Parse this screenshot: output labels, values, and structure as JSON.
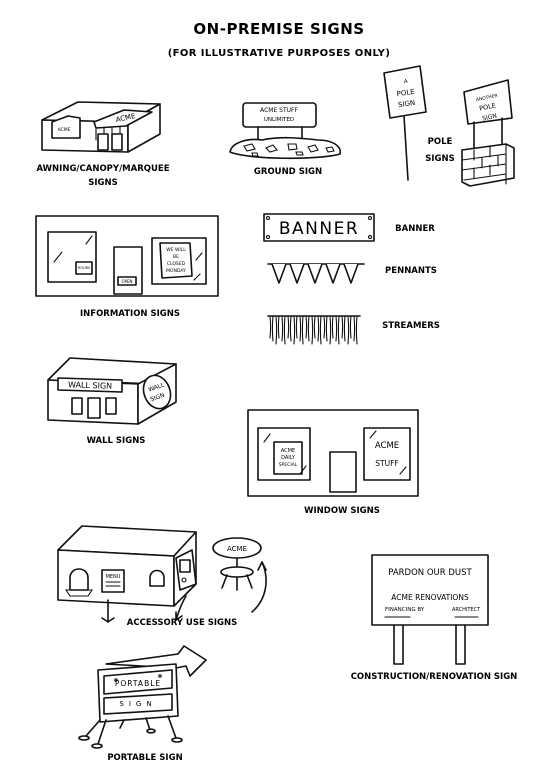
{
  "header": {
    "title": "ON-PREMISE SIGNS",
    "subtitle": "(FOR ILLUSTRATIVE PURPOSES ONLY)"
  },
  "captions": {
    "awning_line1": "AWNING/CANOPY/MARQUEE",
    "awning_line2": "SIGNS",
    "ground": "GROUND SIGN",
    "pole_line1": "POLE",
    "pole_line2": "SIGNS",
    "information": "INFORMATION SIGNS",
    "banner": "BANNER",
    "pennants": "PENNANTS",
    "streamers": "STREAMERS",
    "wall": "WALL SIGNS",
    "window": "WINDOW SIGNS",
    "accessory": "ACCESSORY USE SIGNS",
    "construction": "CONSTRUCTION/RENOVATION SIGN",
    "portable": "PORTABLE SIGN"
  },
  "sign_text": {
    "awning_acme": "ACME",
    "awning_small": "ACME",
    "ground_line1": "ACME STUFF",
    "ground_line2": "UNLIMITED",
    "pole1_line1": "A",
    "pole1_line2": "POLE",
    "pole1_line3": "SIGN",
    "pole2_line1": "ANOTHER",
    "pole2_line2": "POLE",
    "pole2_line3": "SIGN",
    "banner_word": "BANNER",
    "info_hours": "HOURS",
    "info_notice_1": "WE WILL",
    "info_notice_2": "BE",
    "info_notice_3": "CLOSED",
    "info_notice_4": "MONDAY",
    "info_open": "OPEN",
    "wall_sign": "WALL SIGN",
    "wall_round_1": "WALL",
    "wall_round_2": "SIGN",
    "window_left_1": "ACME",
    "window_left_2": "DAILY",
    "window_left_3": "SPECIAL",
    "window_right_1": "ACME",
    "window_right_2": "STUFF",
    "accessory_menu": "MENU",
    "accessory_umbrella": "ACME",
    "construction_line1": "PARDON OUR DUST",
    "construction_line2": "ACME RENOVATIONS",
    "construction_financing": "FINANCING BY",
    "construction_architect": "ARCHITECT",
    "portable_line1": "PORTABLE",
    "portable_line2": "SIGN"
  }
}
